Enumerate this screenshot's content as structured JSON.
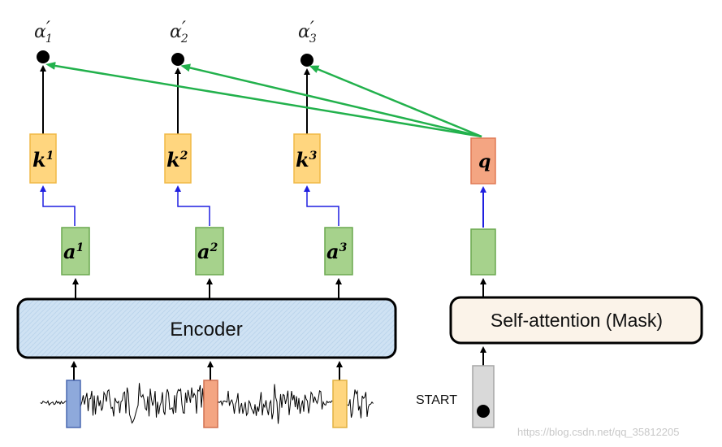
{
  "diagram": {
    "outputs": [
      {
        "symbol": "α",
        "prime": "′",
        "sub": "1"
      },
      {
        "symbol": "α",
        "prime": "′",
        "sub": "2"
      },
      {
        "symbol": "α",
        "prime": "′",
        "sub": "3"
      }
    ],
    "keys": [
      {
        "base": "k",
        "sup": "1"
      },
      {
        "base": "k",
        "sup": "2"
      },
      {
        "base": "k",
        "sup": "3"
      }
    ],
    "encoder_outputs": [
      {
        "base": "a",
        "sup": "1"
      },
      {
        "base": "a",
        "sup": "2"
      },
      {
        "base": "a",
        "sup": "3"
      }
    ],
    "query": {
      "label": "q"
    },
    "encoder": {
      "label": "Encoder"
    },
    "decoder": {
      "label": "Self-attention (Mask)"
    },
    "start": {
      "label": "START"
    },
    "watermark": "https://blog.csdn.net/qq_35812205",
    "colors": {
      "key_fill": "#ffd67f",
      "key_border": "#f0b846",
      "encoder_out_fill": "#a6d28c",
      "encoder_out_border": "#6aa84f",
      "query_fill": "#f4a582",
      "query_border": "#e07a55",
      "encoder_fill": "#cfe2f3",
      "decoder_fill": "#fbf3e9",
      "start_fill": "#d9d9d9",
      "attention_arrow": "#22b14c",
      "projection_arrow": "#1f1fe0",
      "frame_blue": "#8ea9db",
      "frame_orange": "#f4a582",
      "frame_yellow": "#ffd67f"
    }
  }
}
